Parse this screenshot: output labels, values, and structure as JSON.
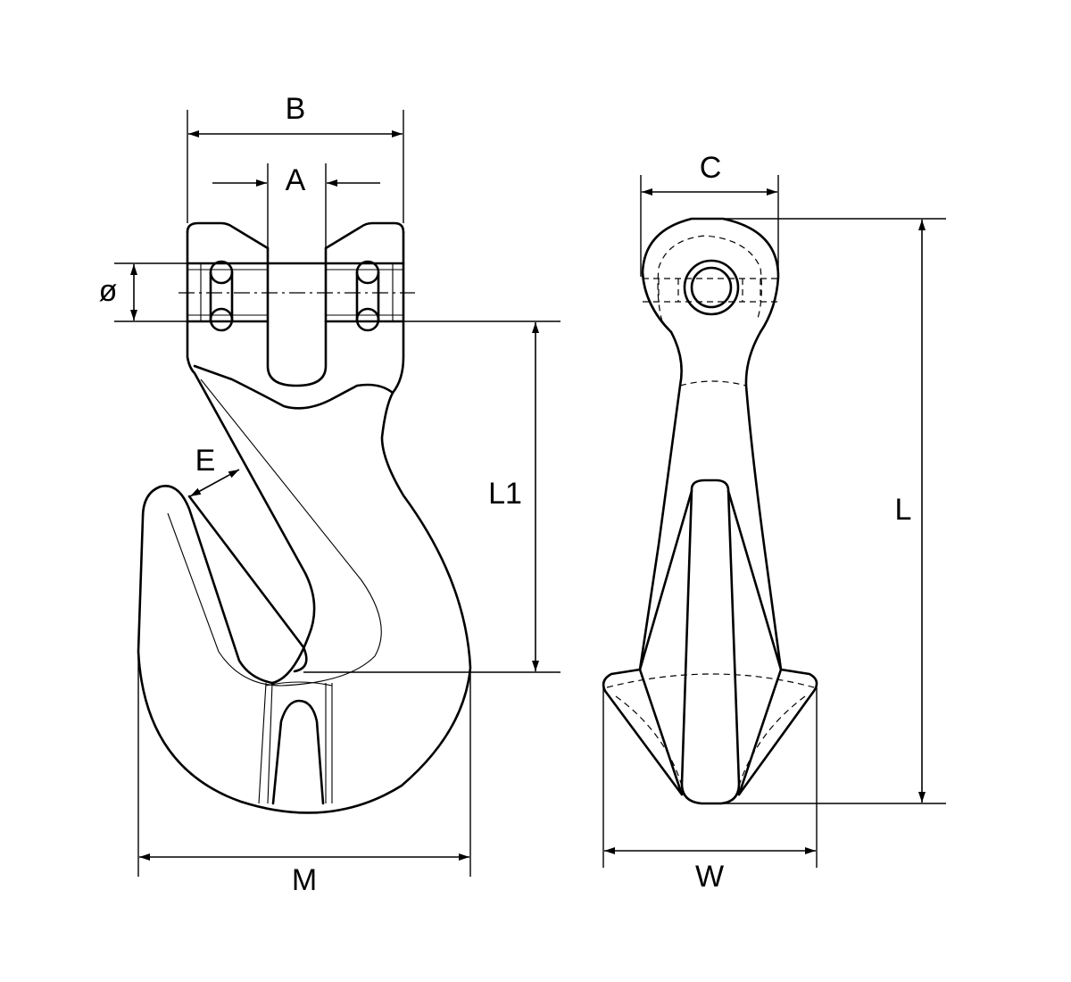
{
  "diagram": {
    "dimension_labels": {
      "B": "B",
      "A": "A",
      "diameter": "ø",
      "E": "E",
      "L1": "L1",
      "M": "M",
      "C": "C",
      "L": "L",
      "W": "W"
    }
  }
}
